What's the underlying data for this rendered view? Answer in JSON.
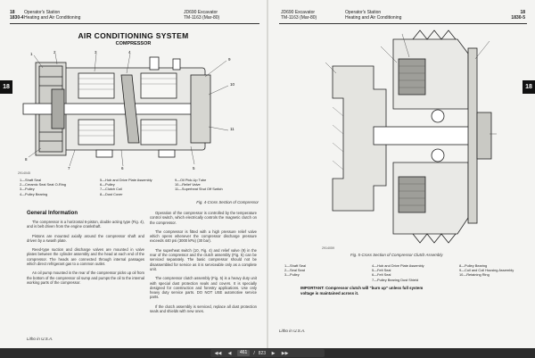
{
  "left_page": {
    "page_num": "18",
    "section_code": "1830-4",
    "header_line1": "Operator's Station",
    "header_line2": "Heating and Air Conditioning",
    "model": "JD690 Excavator",
    "tm": "TM-1163",
    "date": "(Mar-80)",
    "tab": "18",
    "title": "AIR CONDITIONING SYSTEM",
    "subtitle": "COMPRESSOR",
    "figure_serial": "2914045",
    "legend": [
      "1—Shaft Seal",
      "2—Ceramic Seal Seat O-Ring",
      "3—Pulley",
      "4—Pulley Bearing",
      "5—Hub and Drive Plate Assembly",
      "6—Pulley",
      "7—Clutch Coil",
      "8—Dust Cover",
      "9—Oil Pick-Up Tube",
      "10—Relief Valve",
      "11—Superheat Shut Off Switch"
    ],
    "figure_caption": "Fig. 4-Cross Section of Compressor",
    "section_heading": "General Information",
    "col1": [
      "The compressor is a horizontal 6-piston, double acting type (Fig. 4), and is belt driven from the engine crankshaft.",
      "Pistons are mounted axially around the compressor shaft and driven by a swash plate.",
      "Reed-type suction and discharge valves are mounted in valve plates between the cylinder assembly and the head at each end of the compressor. The heads are connected through internal passages which direct refrigerant gas to a common outlet.",
      "An oil pump mounted in the rear of the compressor picks up oil from the bottom of the compressor oil sump and pumps the oil to the internal working parts of the compressor."
    ],
    "col2": [
      "Operation of the compressor is controlled by the temperature control switch, which electrically controls the magnetic clutch on the compressor.",
      "The compressor is fitted with a high pressure relief valve which opens whenever the compressor discharge pressure exceeds 440 psi (3000 kPa) (30 bar).",
      "The superheat switch (10, Fig. 4) and relief valve (9) in the rear of the compressor and the clutch assembly (Fig. 5) can be serviced separately. The basic compressor should not be disassembled for service as it is serviceable only as a complete unit.",
      "The compressor clutch assembly (Fig. 5) is a heavy duty unit with special dust protection seals and covers. It is specially designed for construction and forestry applications. Use only heavy duty service parts. DO NOT USE automotive service parts.",
      "If the clutch assembly is serviced, replace all dust protection seals and shields with new ones."
    ],
    "footer": "Litho in U.S.A."
  },
  "right_page": {
    "page_num": "18",
    "section_code": "1830-5",
    "header_line1": "Operator's Station",
    "header_line2": "Heating and Air Conditioning",
    "model": "JD690 Excavator",
    "tm": "TM-1163",
    "date": "(Mar-80)",
    "tab": "18",
    "figure_serial": "2914059",
    "figure_caption": "Fig. 5-Cross Section of Compressor Clutch Assembly",
    "legend_col1": [
      "1—Shaft Seal",
      "2—Seal Seat",
      "3—Pulley"
    ],
    "legend_col2": [
      "4—Hub and Drive Plate Assembly",
      "5—Felt Seal",
      "6—Felt Seal",
      "7—Pulley Bearing Dust Shield"
    ],
    "legend_col3": [
      "8—Pulley Bearing",
      "9—Coil and Coil Housing Assembly",
      "10—Retaining Ring"
    ],
    "important": "IMPORTANT: Compressor clutch will \"burn up\" unless full system voltage is maintained across it.",
    "footer": "Litho in U.S.A."
  },
  "viewer": {
    "current_page": "461",
    "total_pages": "823"
  }
}
